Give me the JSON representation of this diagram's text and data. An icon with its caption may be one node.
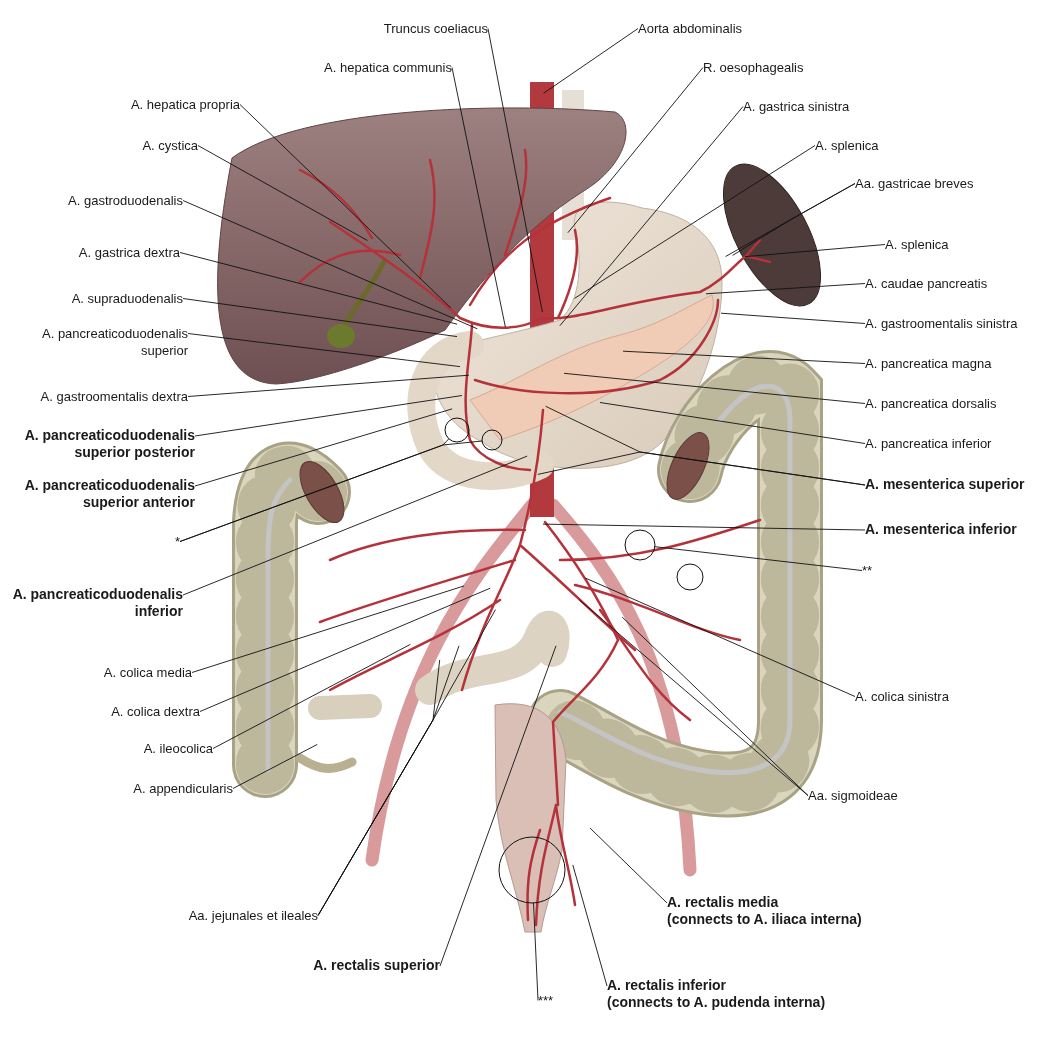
{
  "diagram": {
    "nodes": [
      {
        "text": [
          "Truncus coeliacus"
        ]
      },
      {
        "text": [
          "Aorta abdominalis"
        ]
      },
      {
        "text": [
          "A. hepatica communis"
        ]
      },
      {
        "text": [
          "R. oesophagealis"
        ]
      },
      {
        "text": [
          "A. hepatica propria"
        ]
      },
      {
        "text": [
          "A. gastrica sinistra"
        ]
      },
      {
        "text": [
          "A. cystica"
        ]
      },
      {
        "text": [
          "A. splenica"
        ]
      },
      {
        "text": [
          "Aa. gastricae breves"
        ]
      },
      {
        "text": [
          "A. gastroduodenalis"
        ]
      },
      {
        "text": [
          "A. splenica"
        ]
      },
      {
        "text": [
          "A. gastrica dextra"
        ]
      },
      {
        "text": [
          "A. caudae pancreatis"
        ]
      },
      {
        "text": [
          "A. supraduodenalis"
        ]
      },
      {
        "text": [
          "A. gastroomentalis sinistra"
        ]
      },
      {
        "text": [
          "A. pancreaticoduodenalis superior"
        ]
      },
      {
        "text": [
          "A. pancreatica magna"
        ]
      },
      {
        "text": [
          "A. gastroomentalis dextra"
        ]
      },
      {
        "text": [
          "A. pancreatica dorsalis"
        ]
      },
      {
        "text": [
          "A. pancreaticoduodenalis superior posterior"
        ]
      },
      {
        "text": [
          "A. pancreatica inferior"
        ]
      },
      {
        "text": [
          "A. pancreaticoduodenalis superior anterior"
        ]
      },
      {
        "text": [
          "A. mesenterica superior"
        ]
      },
      {
        "text": [
          "*"
        ]
      },
      {
        "text": [
          "A. mesenterica inferior"
        ]
      },
      {
        "text": [
          "A. pancreaticoduodenalis inferior"
        ]
      },
      {
        "text": [
          "**"
        ]
      },
      {
        "text": [
          "A. colica media"
        ]
      },
      {
        "text": [
          "A. colica sinistra"
        ]
      },
      {
        "text": [
          "A. colica dextra"
        ]
      },
      {
        "text": [
          "A. ileocolica"
        ]
      },
      {
        "text": [
          "A. appendicularis"
        ]
      },
      {
        "text": [
          "Aa. sigmoideae"
        ]
      },
      {
        "text": [
          "Aa. jejunales et ileales"
        ]
      },
      {
        "text": [
          "A. rectalis media",
          "(connects to A. iliaca interna)"
        ]
      },
      {
        "text": [
          "A. rectalis superior"
        ]
      },
      {
        "text": [
          "A. rectalis inferior",
          "(connects to A. pudenda interna)"
        ]
      },
      {
        "text": [
          "***"
        ]
      },
      {
        "text": [],
        "shape": "circle",
        "in": 43
      },
      {
        "text": [],
        "shape": "circle",
        "in": 43
      },
      {
        "text": [],
        "shape": "circle",
        "in": 43
      },
      {
        "text": [],
        "shape": "circle",
        "in": 43
      },
      {
        "text": [],
        "shape": "circle",
        "in": 43
      },
      {
        "text": [],
        "shape": "picture"
      }
    ],
    "edges": [
      {
        "from": 0,
        "to": 43,
        "arrow": "none"
      },
      {
        "from": 1,
        "to": 43,
        "arrow": "none"
      },
      {
        "from": 2,
        "to": 43,
        "arrow": "none"
      },
      {
        "from": 3,
        "to": 43,
        "arrow": "none"
      },
      {
        "from": 4,
        "to": 43,
        "arrow": "none"
      },
      {
        "from": 5,
        "to": 43,
        "arrow": "none"
      },
      {
        "from": 6,
        "to": 43,
        "arrow": "none"
      },
      {
        "from": 7,
        "to": 43,
        "arrow": "none"
      },
      {
        "from": 8,
        "to": 43,
        "arrow": "none"
      },
      {
        "from": 8,
        "to": 43,
        "arrow": "none"
      },
      {
        "from": 9,
        "to": 43,
        "arrow": "none"
      },
      {
        "from": 10,
        "to": 43,
        "arrow": "none"
      },
      {
        "from": 11,
        "to": 43,
        "arrow": "none"
      },
      {
        "from": 12,
        "to": 43,
        "arrow": "none"
      },
      {
        "from": 13,
        "to": 43,
        "arrow": "none"
      },
      {
        "from": 14,
        "to": 43,
        "arrow": "none"
      },
      {
        "from": 15,
        "to": 43,
        "arrow": "none"
      },
      {
        "from": 16,
        "to": 43,
        "arrow": "none"
      },
      {
        "from": 17,
        "to": 43,
        "arrow": "none"
      },
      {
        "from": 18,
        "to": 43,
        "arrow": "none"
      },
      {
        "from": 19,
        "to": 43,
        "arrow": "none"
      },
      {
        "from": 20,
        "to": 43,
        "arrow": "none"
      },
      {
        "from": 21,
        "to": 43,
        "arrow": "none"
      },
      {
        "from": 22,
        "to": 43,
        "arrow": "none"
      },
      {
        "from": 22,
        "to": 43,
        "arrow": "none"
      },
      {
        "from": 23,
        "to": 38,
        "arrow": "none"
      },
      {
        "from": 23,
        "to": 39,
        "arrow": "none"
      },
      {
        "from": 24,
        "to": 43,
        "arrow": "none"
      },
      {
        "from": 25,
        "to": 43,
        "arrow": "none"
      },
      {
        "from": 26,
        "to": 40,
        "arrow": "none"
      },
      {
        "from": 27,
        "to": 43,
        "arrow": "none"
      },
      {
        "from": 28,
        "to": 43,
        "arrow": "none"
      },
      {
        "from": 29,
        "to": 43,
        "arrow": "none"
      },
      {
        "from": 30,
        "to": 43,
        "arrow": "none"
      },
      {
        "from": 31,
        "to": 43,
        "arrow": "none"
      },
      {
        "from": 32,
        "to": 43,
        "arrow": "none"
      },
      {
        "from": 32,
        "to": 43,
        "arrow": "none"
      },
      {
        "from": 33,
        "to": 43,
        "arrow": "none"
      },
      {
        "from": 33,
        "to": 43,
        "arrow": "none"
      },
      {
        "from": 33,
        "to": 43,
        "arrow": "none"
      },
      {
        "from": 34,
        "to": 43,
        "arrow": "none"
      },
      {
        "from": 35,
        "to": 43,
        "arrow": "none"
      },
      {
        "from": 36,
        "to": 43,
        "arrow": "none"
      },
      {
        "from": 37,
        "to": 42,
        "arrow": "none"
      }
    ]
  }
}
